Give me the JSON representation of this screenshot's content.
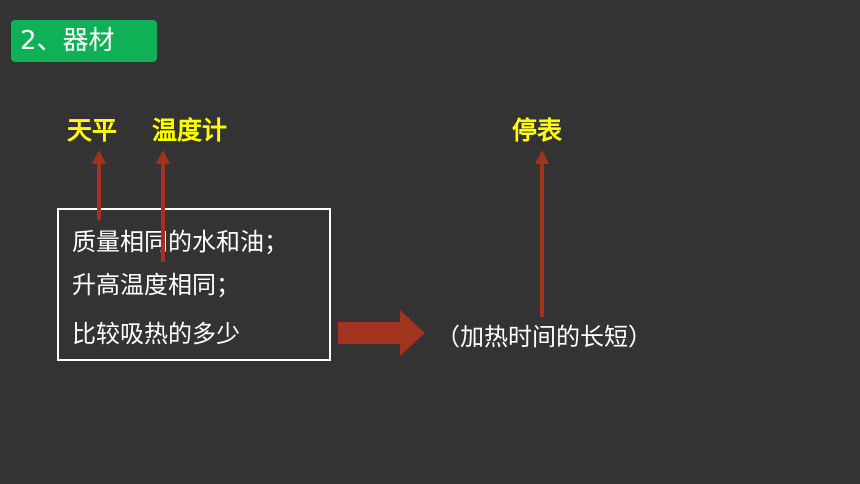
{
  "section_title": "2、器材",
  "tools": {
    "balance": "天平",
    "thermometer": "温度计",
    "stopwatch": "停表"
  },
  "conditions": [
    "质量相同的水和油；",
    "升高温度相同；",
    "比较吸热的多少"
  ],
  "note": "（加热时间的长短）",
  "colors": {
    "background": "#333333",
    "badge": "#10b056",
    "label": "#ffff00",
    "arrow": "#a0341c"
  }
}
